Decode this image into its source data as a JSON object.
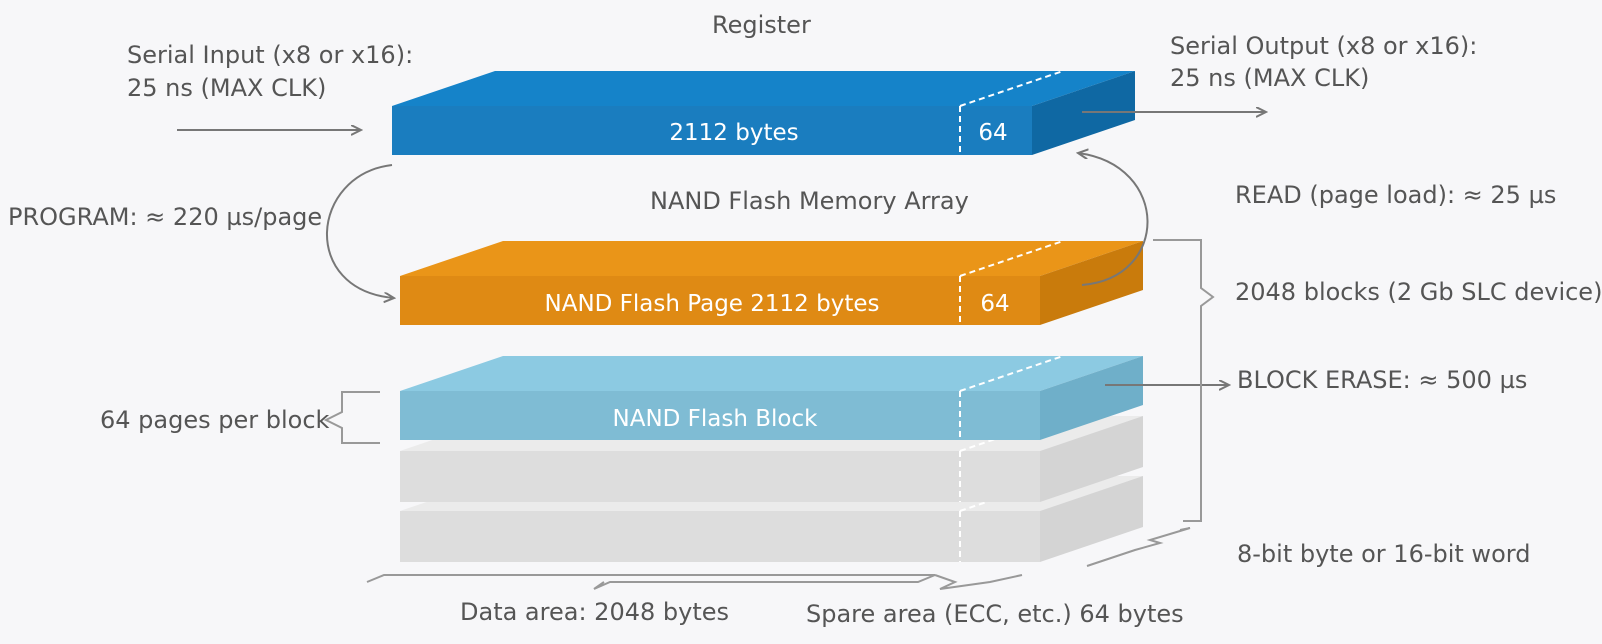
{
  "register_title": "Register",
  "serial_input": {
    "line1": "Serial Input (x8 or x16):",
    "line2": "25 ns (MAX CLK)"
  },
  "serial_output": {
    "line1": "Serial Output (x8 or x16):",
    "line2": "25 ns (MAX CLK)"
  },
  "register_data_label": "2112 bytes",
  "register_spare_label": "64",
  "array_title": "NAND Flash Memory Array",
  "program_label": "PROGRAM:  ≈ 220 µs/page",
  "read_label": "READ (page load):  ≈ 25 µs",
  "page_data_label": "NAND Flash Page 2112 bytes",
  "page_spare_label": "64",
  "blocks_label": "2048 blocks  (2 Gb SLC device)",
  "block_label": "NAND Flash Block",
  "block_erase_label": "BLOCK ERASE: ≈ 500 µs",
  "pages_per_block_label": "64 pages per block",
  "word_label": "8-bit byte or 16-bit word",
  "data_area_label": "Data area: 2048 bytes",
  "spare_area_label": "Spare area (ECC, etc.) 64 bytes",
  "colors": {
    "register": "#1a7dbf",
    "page": "#e08a12",
    "block": "#86c3dc",
    "inactive": "#dcdcdc",
    "arrow": "#777777"
  }
}
